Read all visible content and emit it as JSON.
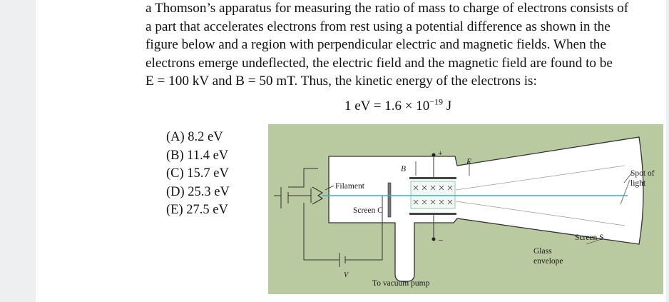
{
  "question": {
    "lines": [
      "a Thomson’s apparatus for measuring the ratio of mass to charge of electrons consists of",
      "a part that accelerates electrons from rest using a potential difference as shown in the",
      "figure below and a region with perpendicular electric and magnetic fields. When the",
      "electrons emerge undeflected, the electric field and the magnetic field are found to be",
      "E = 100 kV and B = 50 mT. Thus, the kinetic energy of the electrons is:"
    ]
  },
  "formula": {
    "base": "1 eV = 1.6 × 10",
    "exponent": "−19",
    "unit": " J"
  },
  "options": [
    "(A) 8.2 eV",
    "(B) 11.4 eV",
    "(C) 15.7 eV",
    "(D) 25.3 eV",
    "(E) 27.5 eV"
  ],
  "figure": {
    "labels": {
      "filament": "Filament",
      "screen_c": "Screen C",
      "b_vector": "B",
      "e_vector": "E",
      "plus": "+",
      "minus": "–",
      "v": "V",
      "vacuum_pump": "To vacuum pump",
      "glass_envelope_1": "Glass",
      "glass_envelope_2": "envelope",
      "screen_s": "Screen S",
      "spot_of_light_1": "Spot of",
      "spot_of_light_2": "light"
    },
    "colors": {
      "background": "#b9c9a0",
      "tube": "#ffffff",
      "beam": "#39a9e0",
      "outline": "#333333"
    }
  }
}
